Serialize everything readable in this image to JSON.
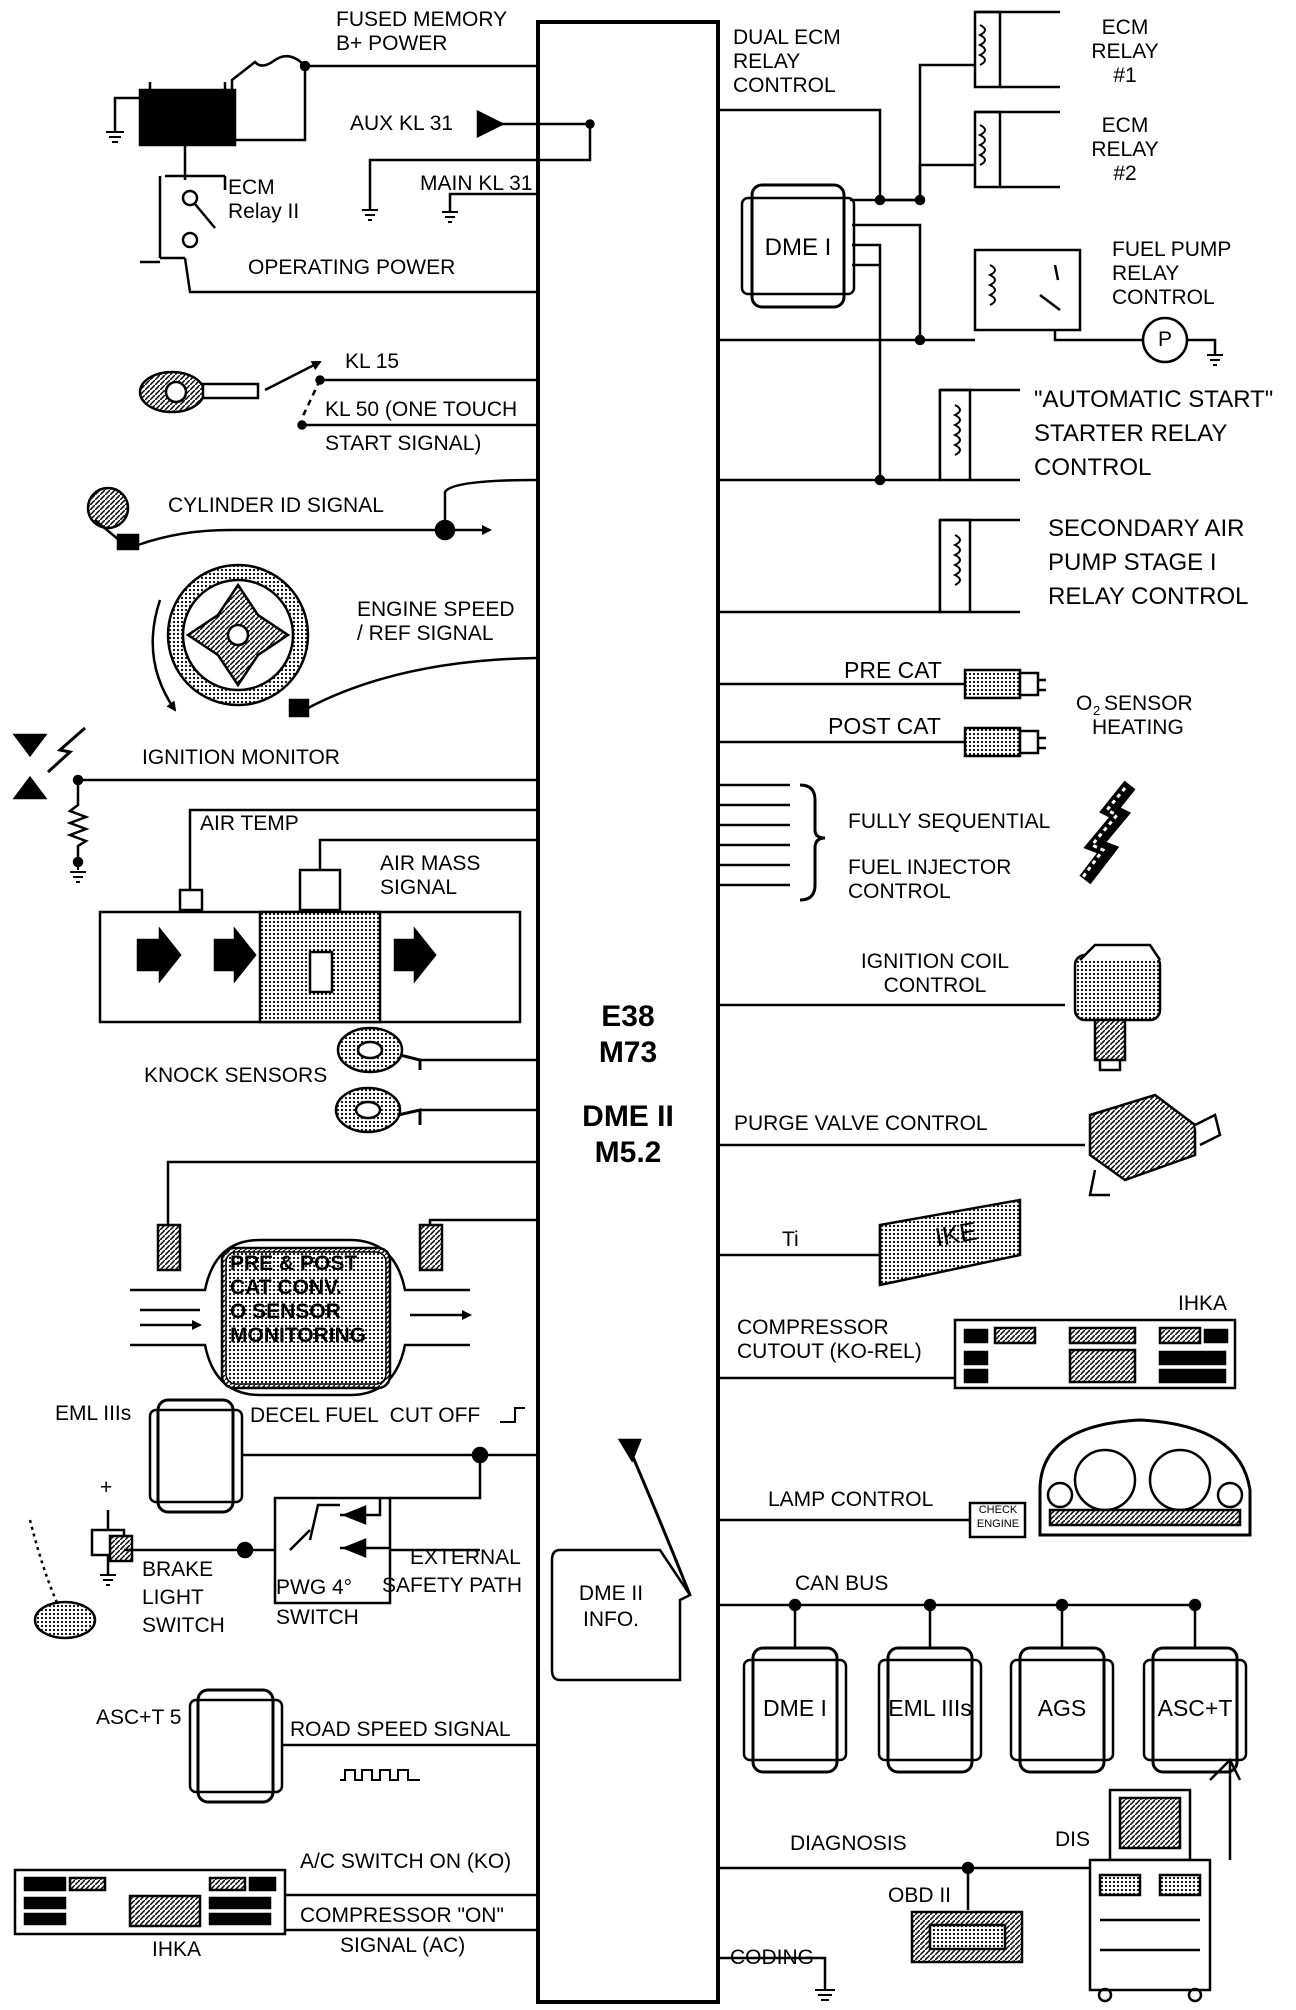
{
  "module": {
    "line1": "E38",
    "line2": "M73",
    "line3": "DME II",
    "line4": "M5.2"
  },
  "info_box": {
    "line1": "DME II",
    "line2": "INFO."
  },
  "left": {
    "fused_memory_1": "FUSED MEMORY",
    "fused_memory_2": "B+ POWER",
    "aux_kl31": "AUX KL 31",
    "main_kl31": "MAIN KL 31",
    "ecm_relay_ii_1": "ECM",
    "ecm_relay_ii_2": "Relay II",
    "operating_power": "OPERATING POWER",
    "kl15": "KL 15",
    "kl50_1": "KL 50 (ONE TOUCH",
    "kl50_2": "START SIGNAL)",
    "cylinder_id": "CYLINDER ID SIGNAL",
    "engine_speed_1": "ENGINE SPEED",
    "engine_speed_2": "/ REF SIGNAL",
    "ignition_monitor": "IGNITION MONITOR",
    "air_temp": "AIR TEMP",
    "air_mass_1": "AIR MASS",
    "air_mass_2": "SIGNAL",
    "knock_sensors": "KNOCK SENSORS",
    "cat_monitor_1": "PRE & POST",
    "cat_monitor_2": "CAT CONV.",
    "cat_monitor_3": "O SENSOR",
    "cat_monitor_4": "MONITORING",
    "eml": "EML IIIs",
    "decel_fuel": "DECEL FUEL  CUT OFF",
    "plus_sign": "+",
    "brake_1": "BRAKE",
    "brake_2": "LIGHT",
    "brake_3": "SWITCH",
    "pwg_1": "PWG 4°",
    "pwg_2": "SWITCH",
    "external_1": "EXTERNAL",
    "external_2": "SAFETY PATH",
    "asct5": "ASC+T 5",
    "road_speed": "ROAD SPEED SIGNAL",
    "ac_switch": "A/C SWITCH ON (KO)",
    "compressor_on_1": "COMPRESSOR \"ON\"",
    "compressor_on_2": "SIGNAL (AC)",
    "ihka_left": "IHKA"
  },
  "right": {
    "dual_ecm_1": "DUAL ECM",
    "dual_ecm_2": "RELAY",
    "dual_ecm_3": "CONTROL",
    "ecm_relay1_1": "ECM",
    "ecm_relay1_2": "RELAY",
    "ecm_relay1_3": "#1",
    "ecm_relay2_1": "ECM",
    "ecm_relay2_2": "RELAY",
    "ecm_relay2_3": "#2",
    "dme_i": "DME I",
    "fuel_pump_1": "FUEL PUMP",
    "fuel_pump_2": "RELAY",
    "fuel_pump_3": "CONTROL",
    "pump_symbol": "P",
    "auto_start_1": "\"AUTOMATIC START\"",
    "auto_start_2": "STARTER RELAY",
    "auto_start_3": "CONTROL",
    "secondary_air_1": "SECONDARY AIR",
    "secondary_air_2": "PUMP STAGE I",
    "secondary_air_3": "RELAY CONTROL",
    "pre_cat": "PRE CAT",
    "post_cat": "POST CAT",
    "o2_heating_1": "O  SENSOR",
    "o2_heating_2": "HEATING",
    "o2_subscript": "2",
    "fully_seq": "FULLY SEQUENTIAL",
    "fuel_inj_1": "FUEL INJECTOR",
    "fuel_inj_2": "CONTROL",
    "ign_coil_1": "IGNITION COIL",
    "ign_coil_2": "CONTROL",
    "purge_valve": "PURGE VALVE CONTROL",
    "ti": "Ti",
    "ike": "IKE",
    "compressor_cutout_1": "COMPRESSOR",
    "compressor_cutout_2": "CUTOUT (KO-REL)",
    "ihka_right": "IHKA",
    "lamp_control": "LAMP CONTROL",
    "check_engine_1": "CHECK",
    "check_engine_2": "ENGINE",
    "can_bus": "CAN BUS",
    "can_dme1": "DME I",
    "can_eml": "EML IIIs",
    "can_ags": "AGS",
    "can_asct": "ASC+T",
    "diagnosis": "DIAGNOSIS",
    "dis": "DIS",
    "obd2": "OBD II",
    "coding": "CODING"
  }
}
